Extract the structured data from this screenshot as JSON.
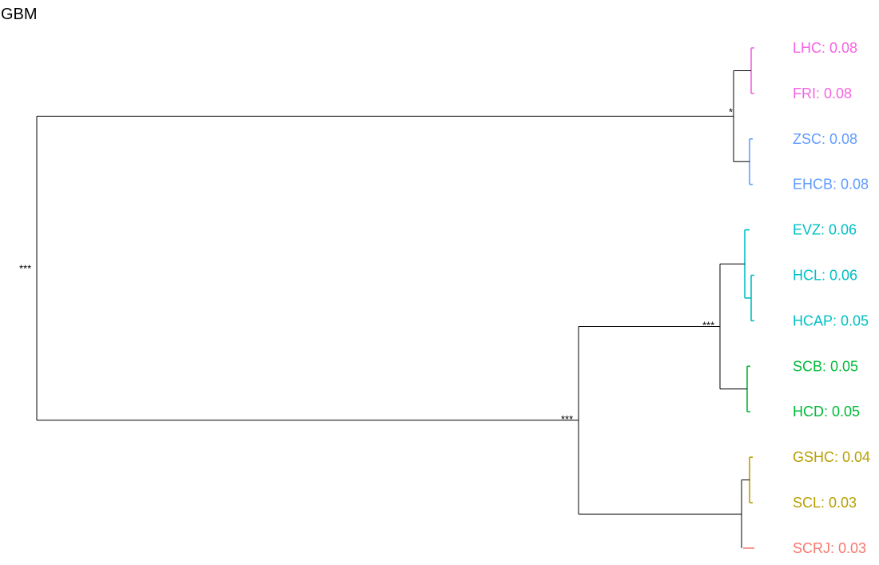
{
  "title": "GBM",
  "chart_data": {
    "type": "dendrogram",
    "leaves": [
      {
        "label": "LHC: 0.08",
        "color": "#F564E3"
      },
      {
        "label": "FRI: 0.08",
        "color": "#F564E3"
      },
      {
        "label": "ZSC: 0.08",
        "color": "#619CFF"
      },
      {
        "label": "EHCB: 0.08",
        "color": "#619CFF"
      },
      {
        "label": "EVZ: 0.06",
        "color": "#00BFC4"
      },
      {
        "label": "HCL: 0.06",
        "color": "#00BFC4"
      },
      {
        "label": "HCAP: 0.05",
        "color": "#00BFC4"
      },
      {
        "label": "SCB: 0.05",
        "color": "#00BA38"
      },
      {
        "label": "HCD: 0.05",
        "color": "#00BA38"
      },
      {
        "label": "GSHC: 0.04",
        "color": "#B79F00"
      },
      {
        "label": "SCL: 0.03",
        "color": "#B79F00"
      },
      {
        "label": "SCRJ: 0.03",
        "color": "#F8766D"
      }
    ],
    "significance_labels": [
      {
        "node": "root",
        "text": "***"
      },
      {
        "node": "pink-blue",
        "text": "*"
      },
      {
        "node": "cyan-green",
        "text": "***"
      },
      {
        "node": "lower",
        "text": "***"
      }
    ]
  }
}
